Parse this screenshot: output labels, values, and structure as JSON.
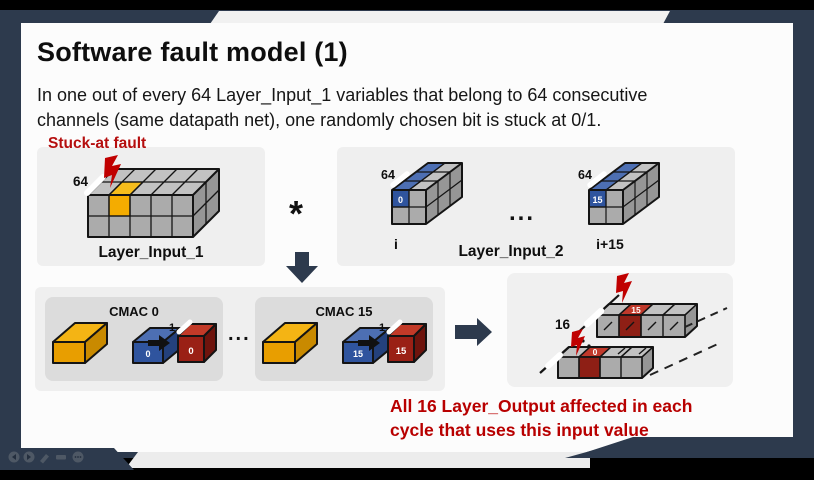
{
  "slide": {
    "title": "Software fault model (1)",
    "body": {
      "line1": "In one out of every 64 Layer_Input_1 variables that belong to 64 consecutive",
      "line2": "channels (same datapath net), one randomly chosen bit is stuck at 0/1."
    },
    "fault_label": "Stuck-at fault",
    "operator": "*",
    "input1": {
      "dim": "64",
      "label": "Layer_Input_1"
    },
    "input2": {
      "label": "Layer_Input_2",
      "ellipsis": "...",
      "left": {
        "dim": "64",
        "cell": "0",
        "index": "i"
      },
      "right": {
        "dim": "64",
        "cell": "15",
        "index": "i+15"
      }
    },
    "cmac": {
      "ellipsis": "...",
      "left": {
        "title": "CMAC 0",
        "weight": "0",
        "out": "0",
        "out_dim": "1"
      },
      "right": {
        "title": "CMAC 15",
        "weight": "15",
        "out": "15",
        "out_dim": "1"
      }
    },
    "output": {
      "dim": "16",
      "top_cell": "15",
      "bottom_cell": "0"
    },
    "callout": {
      "line1": "All 16 Layer_Output affected in each",
      "line2": "cycle that uses this input value"
    }
  },
  "controls": {
    "icons": [
      "previous-slide",
      "next-slide",
      "pen-tool",
      "highlighter-tool",
      "more-options"
    ]
  },
  "colors": {
    "frame_navy": "#2D3A4D",
    "accent_red": "#C00000",
    "cube_yellow": "#F4AC00",
    "cube_blue": "#2F549E",
    "cube_red": "#9A2015",
    "cube_gray": "#ABABAB"
  }
}
